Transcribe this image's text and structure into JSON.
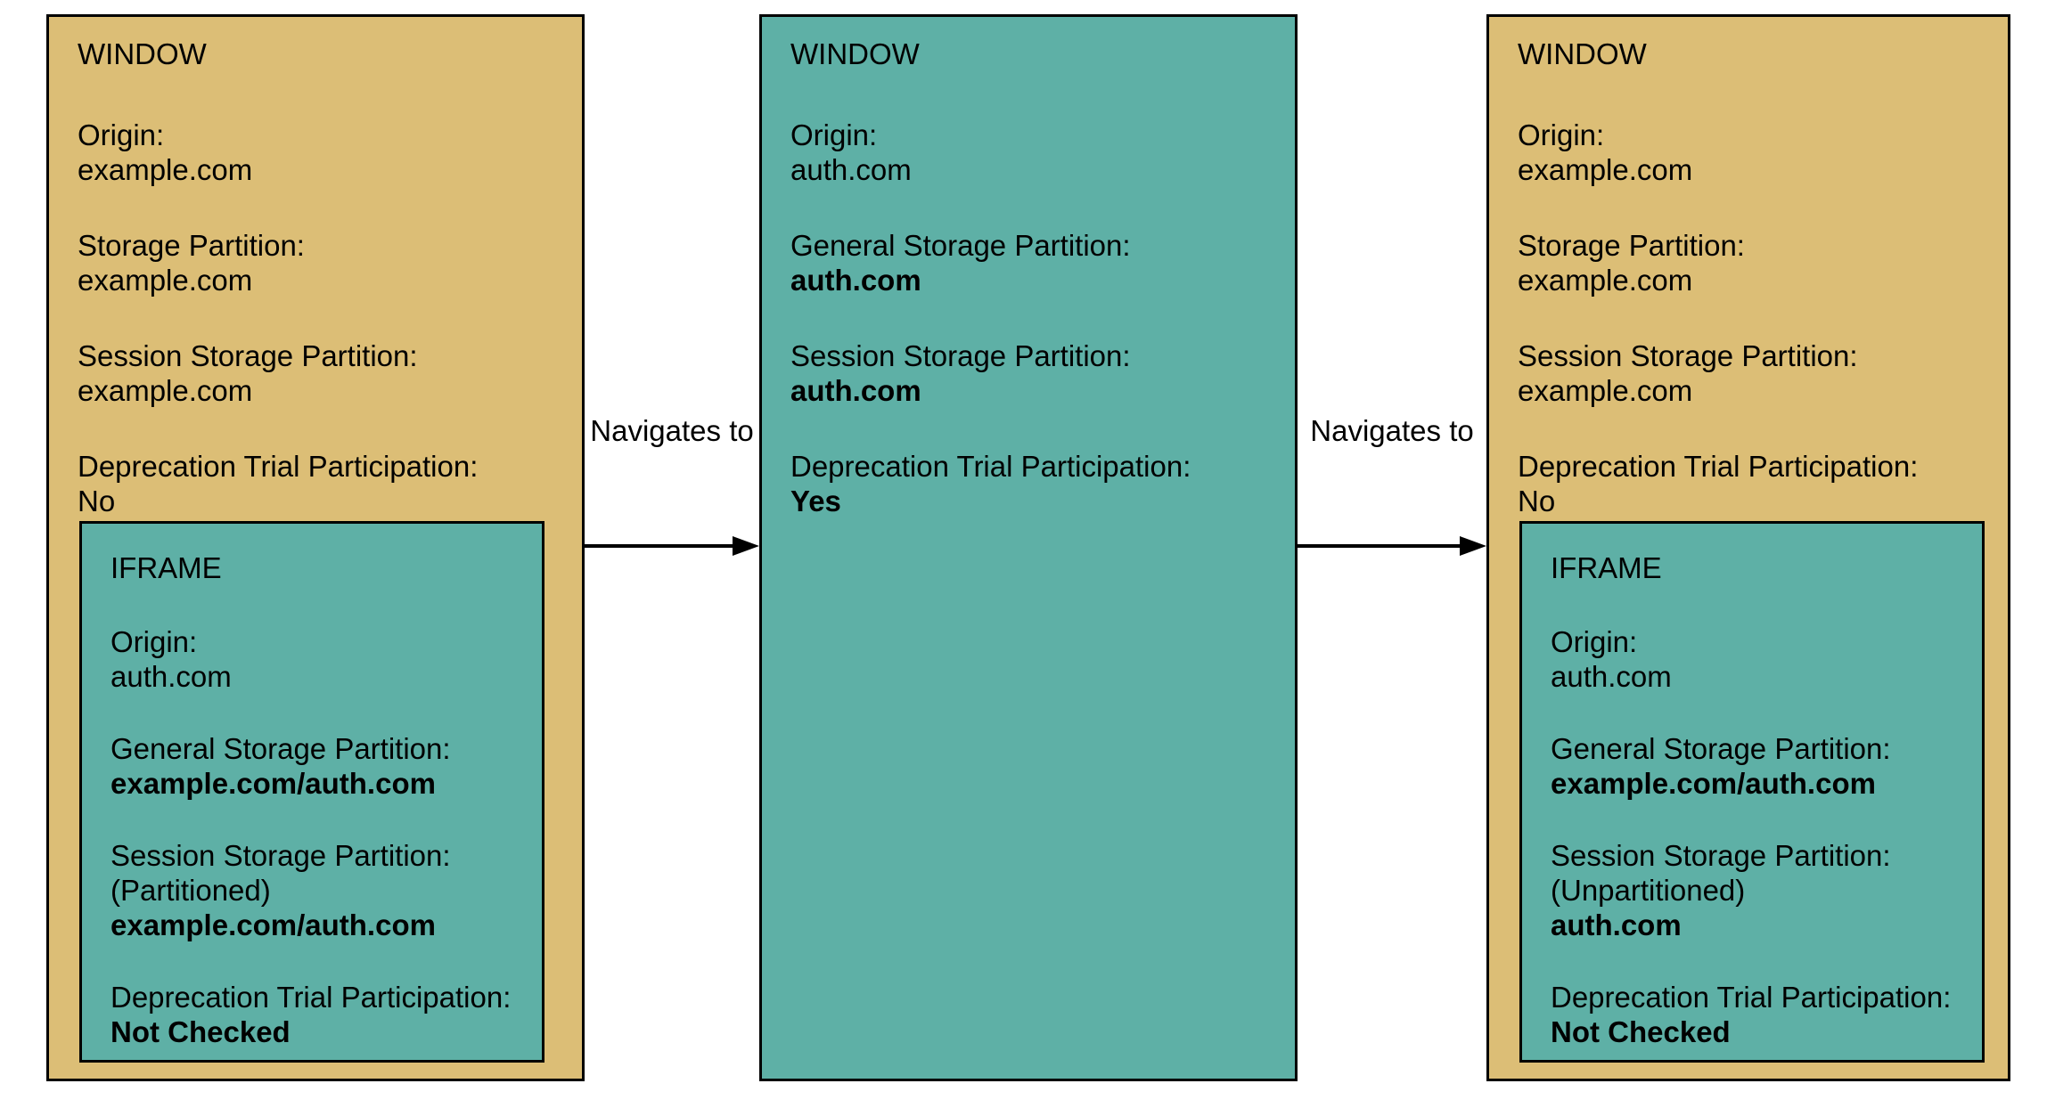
{
  "colors": {
    "window_fill": "#dcbe76",
    "iframe_fill": "#5eb0a6",
    "border": "#000000",
    "text": "#000000",
    "background": "#ffffff"
  },
  "arrows": [
    {
      "label": "Navigates to"
    },
    {
      "label": "Navigates to"
    }
  ],
  "windows": [
    {
      "title": "WINDOW",
      "fields": [
        {
          "label": "Origin:",
          "value": "example.com",
          "value_bold": false
        },
        {
          "label": "Storage Partition:",
          "value": "example.com",
          "value_bold": false
        },
        {
          "label": "Session Storage Partition:",
          "value": "example.com",
          "value_bold": false
        },
        {
          "label": "Deprecation Trial Participation:",
          "value": "No",
          "value_bold": false
        }
      ],
      "iframe": {
        "title": "IFRAME",
        "fields": [
          {
            "label": "Origin:",
            "value": "auth.com",
            "value_bold": false
          },
          {
            "label": "General Storage Partition:",
            "value": "example.com/auth.com",
            "value_bold": true
          },
          {
            "label": "Session Storage Partition:",
            "note": "(Partitioned)",
            "value": "example.com/auth.com",
            "value_bold": true
          },
          {
            "label": "Deprecation Trial Participation:",
            "value": "Not Checked",
            "value_bold": true
          }
        ]
      }
    },
    {
      "title": "WINDOW",
      "fields": [
        {
          "label": "Origin:",
          "value": "auth.com",
          "value_bold": false
        },
        {
          "label": "General Storage Partition:",
          "value": "auth.com",
          "value_bold": true
        },
        {
          "label": "Session Storage Partition:",
          "value": "auth.com",
          "value_bold": true
        },
        {
          "label": "Deprecation Trial Participation:",
          "value": "Yes",
          "value_bold": true
        }
      ]
    },
    {
      "title": "WINDOW",
      "fields": [
        {
          "label": "Origin:",
          "value": "example.com",
          "value_bold": false
        },
        {
          "label": "Storage Partition:",
          "value": "example.com",
          "value_bold": false
        },
        {
          "label": "Session Storage Partition:",
          "value": "example.com",
          "value_bold": false
        },
        {
          "label": "Deprecation Trial Participation:",
          "value": "No",
          "value_bold": false
        }
      ],
      "iframe": {
        "title": "IFRAME",
        "fields": [
          {
            "label": "Origin:",
            "value": "auth.com",
            "value_bold": false
          },
          {
            "label": "General Storage Partition:",
            "value": "example.com/auth.com",
            "value_bold": true
          },
          {
            "label": "Session Storage Partition:",
            "note": "(Unpartitioned)",
            "value": "auth.com",
            "value_bold": true
          },
          {
            "label": "Deprecation Trial Participation:",
            "value": "Not Checked",
            "value_bold": true
          }
        ]
      }
    }
  ]
}
